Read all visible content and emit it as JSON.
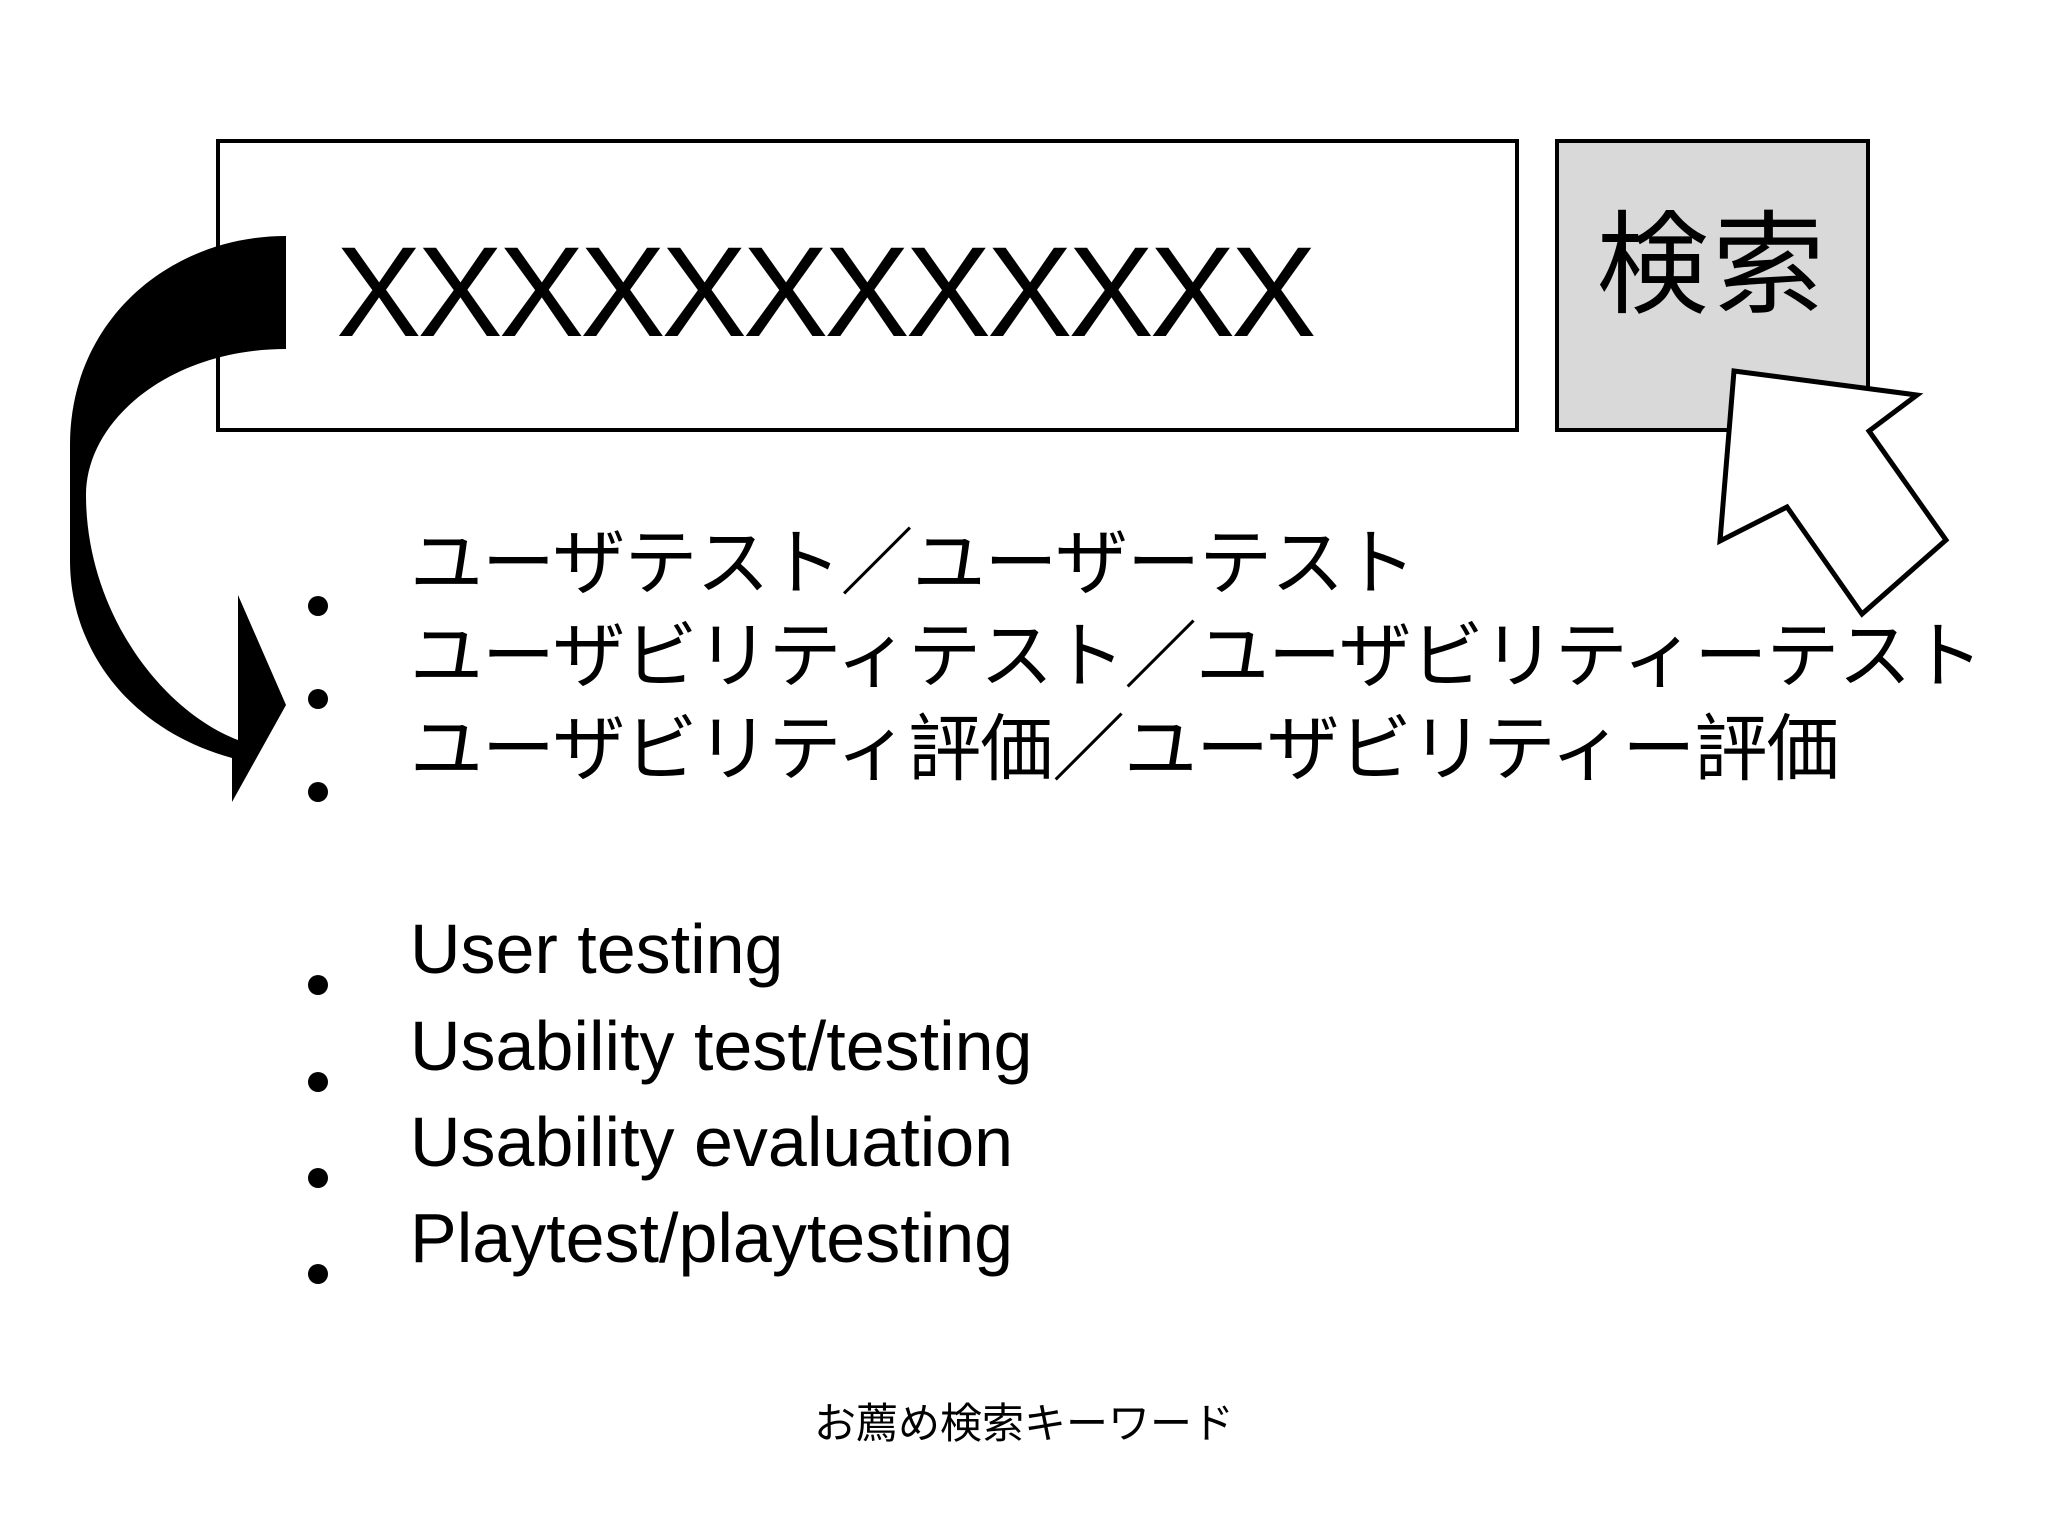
{
  "search_bar": {
    "query": "XXXXXXXXXXXX",
    "button_label": "検索",
    "button_color": "#d9d9d9"
  },
  "icons": {
    "curved_arrow": "curved-arrow-icon",
    "pointer": "mouse-pointer-icon"
  },
  "keywords_ja": [
    "ユーザテスト／ユーザーテスト",
    "ユーザビリティテスト／ユーザビリティーテスト",
    "ユーザビリティ評価／ユーザビリティー評価"
  ],
  "keywords_en": [
    "User testing",
    "Usability test/testing",
    "Usability evaluation",
    "Playtest/playtesting"
  ],
  "caption": "お薦め検索キーワード"
}
